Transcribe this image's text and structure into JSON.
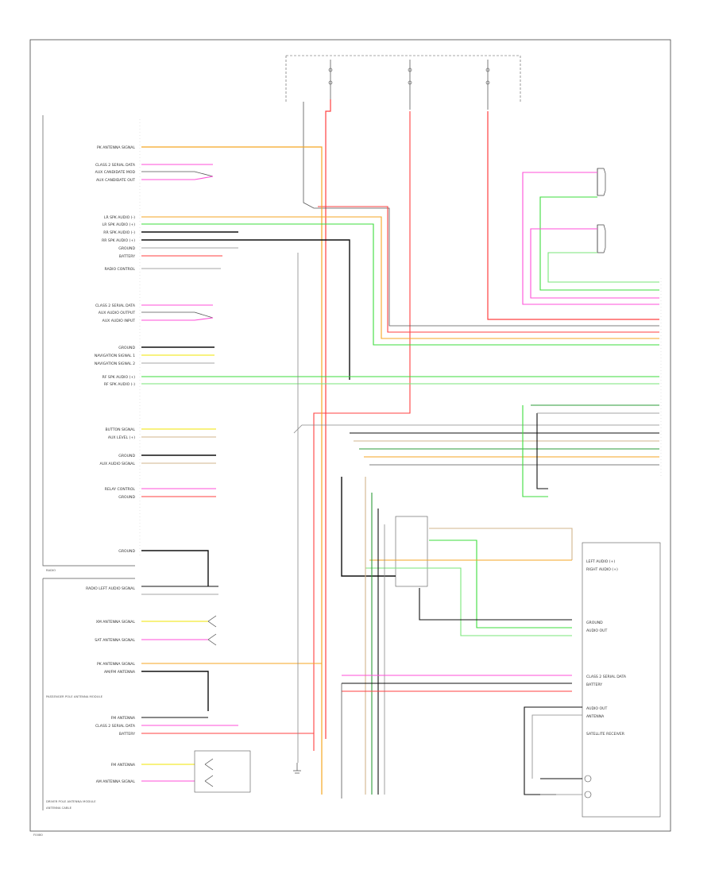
{
  "colors": {
    "orange": "#f5a623",
    "pink": "#ff4fd8",
    "red": "#ff4040",
    "green": "#3ddc3d",
    "lightgreen": "#7ae67a",
    "yellow": "#f2e600",
    "gray": "#555555",
    "black": "#111111",
    "tan": "#d2b48c",
    "darkgreen": "#2e9b3a",
    "white": "#cccccc"
  },
  "left_labels": [
    "PK ANTENNA SIGNAL",
    "CLASS 2 SERIAL DATA",
    "AUX CANDIDATE MOD",
    "AUX CANDIDATE OUT",
    "LR SPK AUDIO (-)",
    "LR SPK AUDIO (+)",
    "RR SPK AUDIO (-)",
    "RR SPK AUDIO (+)",
    "GROUND",
    "BATTERY",
    "RADIO CONTROL",
    "CLASS 2 SERIAL DATA",
    "AUX AUDIO OUTPUT",
    "AUX AUDIO INPUT",
    "GROUND",
    "NAVIGATION SIGNAL 1",
    "NAVIGATION SIGNAL 2",
    "RF SPK AUDIO (+)",
    "RF SPK AUDIO (-)",
    "BUTTON SIGNAL",
    "AUX LEVEL (+)",
    "GROUND",
    "AUX AUDIO SIGNAL",
    "RELAY CONTROL",
    "GROUND",
    "GROUND",
    "RADIO LEFT AUDIO SIGNAL",
    "XM ANTENNA SIGNAL",
    "SAT ANTENNA SIGNAL",
    "PK ANTENNA SIGNAL",
    "AM/FM ANTENNA",
    "FM ANTENNA",
    "CLASS 2 SERIAL DATA",
    "BATTERY",
    "FM ANTENNA",
    "AM ANTENNA SIGNAL"
  ],
  "left_notes": [
    "PASSENGER POLE ANTENNA MODULE",
    "DRIVER POLE ANTENNA MODULE",
    "ANTENNA CABLE"
  ],
  "right_labels": [
    "LEFT AUDIO (+)",
    "RIGHT AUDIO (+)",
    "GROUND",
    "AUDIO OUT",
    "CLASS 2 SERIAL DATA",
    "BATTERY",
    "AUDIO OUT",
    "ANTENNA",
    "SATELLITE RECEIVER"
  ],
  "left_code": "RADIO",
  "page_code": "F0080"
}
